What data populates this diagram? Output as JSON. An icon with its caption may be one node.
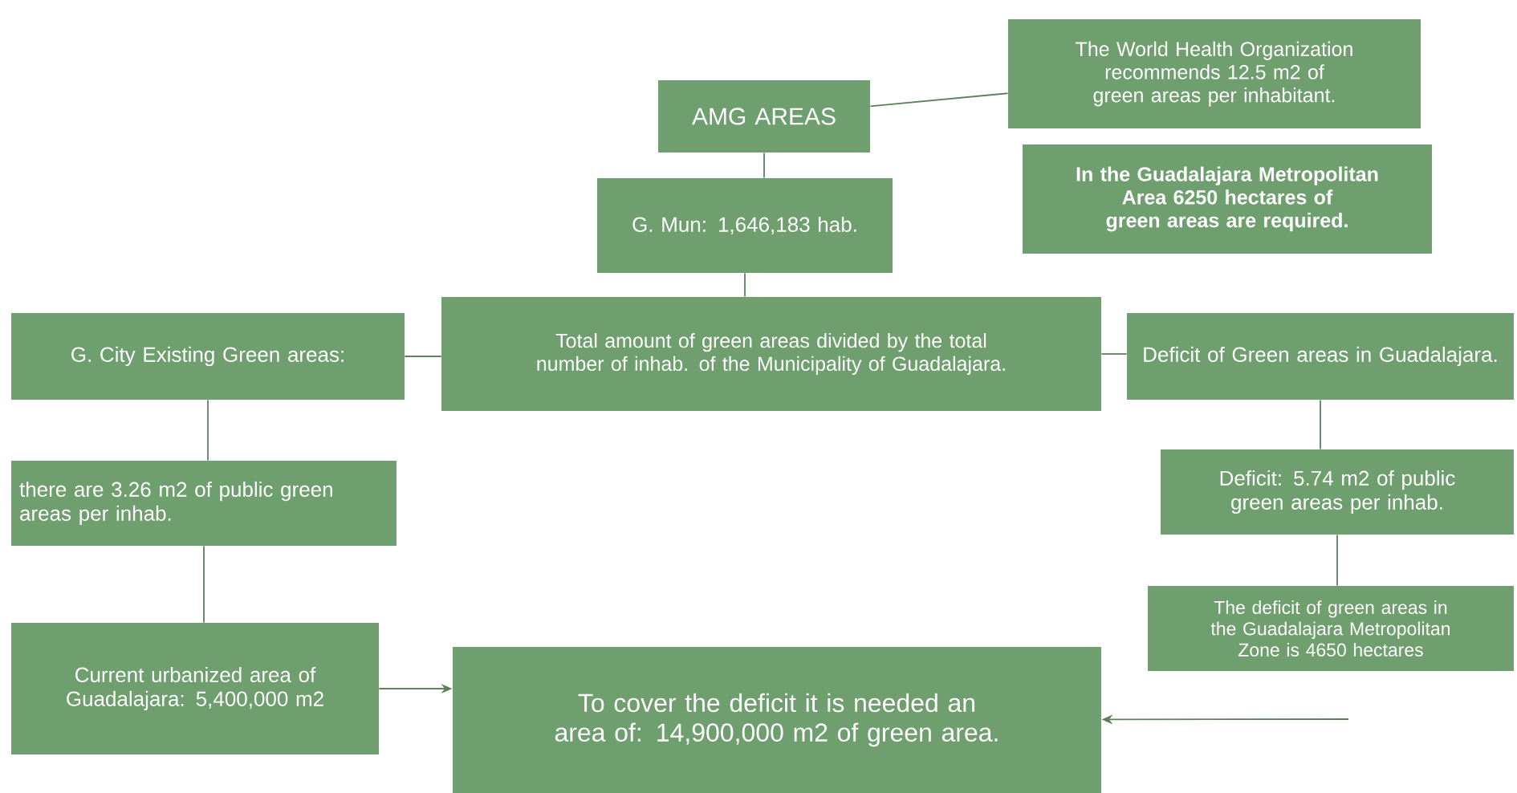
{
  "diagram": {
    "nodes": [
      {
        "text": [
          "The World Health Organization recommends 12.5 m2 of green areas per inhabitant."
        ]
      },
      {
        "text": [
          "AMG AREAS"
        ]
      },
      {
        "text": [
          "In the Guadalajara Metropolitan Area 6250 hectares of green areas are required."
        ]
      },
      {
        "text": [
          "G. Mun: 1,646,183 hab."
        ]
      },
      {
        "text": [
          "Total amount of green areas divided by the total number of inhab. of the Municipality of Guadalajara."
        ]
      },
      {
        "text": [
          "G. City Existing Green areas:"
        ]
      },
      {
        "text": [
          "Deficit of Green areas in Guadalajara."
        ]
      },
      {
        "text": [
          "there are 3.26 m2 of public green areas per inhab."
        ]
      },
      {
        "text": [
          "Deficit: 5.74 m2 of public green areas per inhab."
        ]
      },
      {
        "text": [
          "Current urbanized area of Guadalajara: 5,400,000 m2"
        ]
      },
      {
        "text": [
          "The deficit of green areas in the Guadalajara Metropolitan Zone is 4650 hectares"
        ]
      },
      {
        "text": [
          "To cover the deficit it is needed an area of: 14,900,000 m2 of green area."
        ]
      }
    ],
    "edges": [
      {
        "from": 1,
        "to": 0,
        "arrow": "none"
      },
      {
        "from": 1,
        "to": 3,
        "arrow": "none"
      },
      {
        "from": 3,
        "to": 4,
        "arrow": "none"
      },
      {
        "from": 5,
        "to": 4,
        "arrow": "none"
      },
      {
        "from": 4,
        "to": 6,
        "arrow": "none"
      },
      {
        "from": 5,
        "to": 7,
        "arrow": "none"
      },
      {
        "from": 7,
        "to": 9,
        "arrow": "none"
      },
      {
        "from": 9,
        "to": 11,
        "arrow": "to"
      },
      {
        "from": 6,
        "to": 8,
        "arrow": "none"
      },
      {
        "from": 8,
        "to": 10,
        "arrow": "none"
      },
      {
        "from": null,
        "to": 11,
        "arrow": "to"
      }
    ]
  }
}
